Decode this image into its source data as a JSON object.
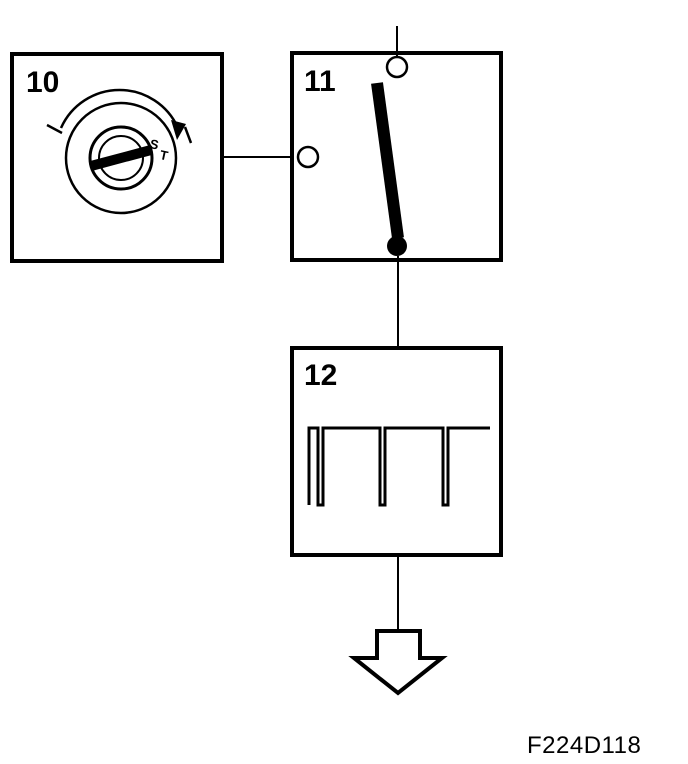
{
  "blocks": {
    "ignition": {
      "label": "10",
      "key_mark_s": "S",
      "key_mark_t": "T"
    },
    "switch": {
      "label": "11"
    },
    "signal": {
      "label": "12"
    }
  },
  "figure_code": "F224D118",
  "colors": {
    "ink": "#000000",
    "background": "#ffffff"
  },
  "icons": [
    "ignition-key-icon",
    "rotation-arrow-icon",
    "switch-lever-icon",
    "square-wave-icon",
    "down-arrow-icon"
  ]
}
